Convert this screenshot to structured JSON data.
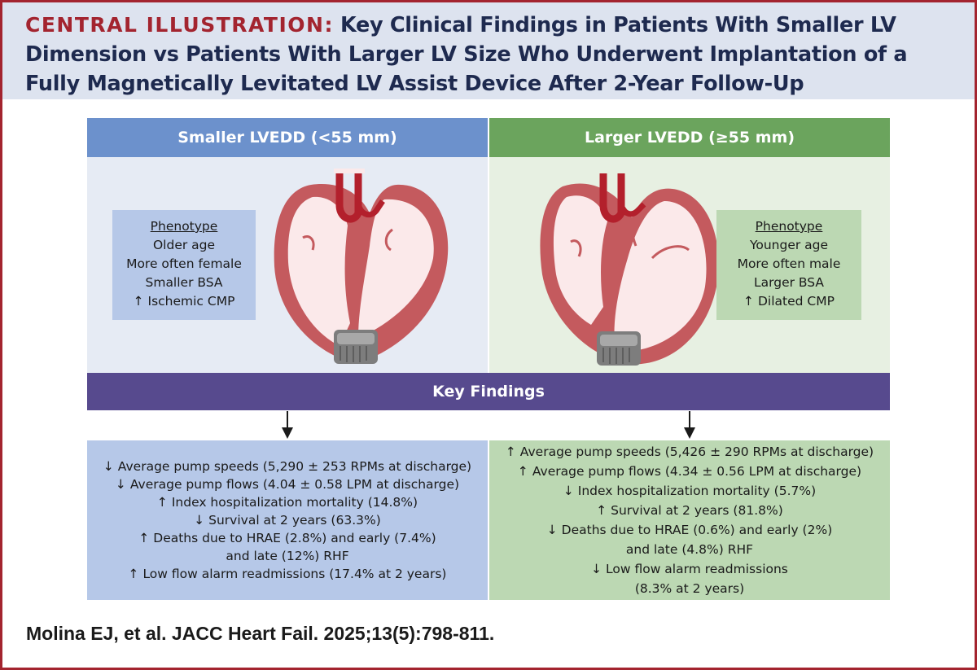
{
  "header": {
    "label": "CENTRAL ILLUSTRATION:",
    "title": "Key Clinical Findings in Patients With Smaller LV Dimension vs Patients With Larger LV Size Who Underwent Implantation of a Fully Magnetically Levitated LV Assist Device After 2-Year Follow-Up"
  },
  "left_panel": {
    "heading": "Smaller LVEDD (<55 mm)",
    "phenotype": {
      "title": "Phenotype",
      "lines": [
        "Older age",
        "More often female",
        "Smaller BSA",
        "↑ Ischemic CMP"
      ]
    },
    "findings": [
      "↓ Average pump speeds (5,290 ± 253 RPMs at discharge)",
      "↓ Average pump flows (4.04 ± 0.58 LPM at discharge)",
      "↑ Index hospitalization mortality (14.8%)",
      "↓ Survival at 2 years (63.3%)",
      "↑ Deaths due to HRAE (2.8%) and early (7.4%)",
      "and late (12%) RHF",
      "↑ Low flow alarm readmissions (17.4% at 2 years)"
    ]
  },
  "right_panel": {
    "heading": "Larger LVEDD (≥55 mm)",
    "phenotype": {
      "title": "Phenotype",
      "lines": [
        "Younger age",
        "More often male",
        "Larger BSA",
        "↑ Dilated CMP"
      ]
    },
    "findings": [
      "↑ Average pump speeds (5,426 ± 290 RPMs at discharge)",
      "↑ Average pump flows (4.34 ± 0.56 LPM at discharge)",
      "↓ Index hospitalization mortality (5.7%)",
      "↑ Survival at 2 years (81.8%)",
      "↓ Deaths due to HRAE (0.6%) and early (2%)",
      "and late (4.8%) RHF",
      "↓ Low flow alarm readmissions",
      "(8.3% at 2 years)"
    ]
  },
  "key_findings_label": "Key Findings",
  "citation": "Molina EJ, et al. JACC Heart Fail. 2025;13(5):798-811.",
  "colors": {
    "frame": "#a3242f",
    "header_bg": "#dde3ef",
    "title_text": "#1e2a4f",
    "left_accent": "#6c91cc",
    "right_accent": "#6ba45d",
    "key_findings_bar": "#574a8e",
    "heart_muscle": "#c45a5e",
    "heart_fill": "#fbe9ea",
    "vessel": "#b3202c",
    "pump": "#8c8c8c"
  },
  "icons": [
    "heart-lvad-illustration",
    "down-arrow-icon"
  ]
}
